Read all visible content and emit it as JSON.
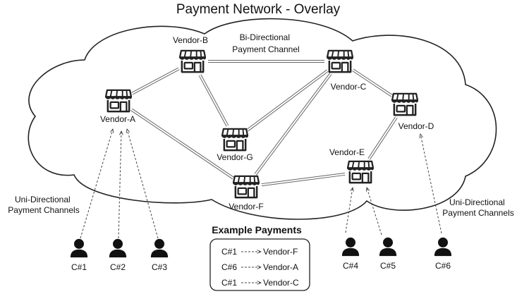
{
  "title": "Payment Network - Overlay",
  "channel_label": [
    "Bi-Directional",
    "Payment Channel"
  ],
  "uni_label_left": [
    "Uni-Directional",
    "Payment Channels"
  ],
  "uni_label_right": [
    "Uni-Directional",
    "Payment Channels"
  ],
  "vendors": [
    {
      "id": "A",
      "label": "Vendor-A"
    },
    {
      "id": "B",
      "label": "Vendor-B"
    },
    {
      "id": "C",
      "label": "Vendor-C"
    },
    {
      "id": "D",
      "label": "Vendor-D"
    },
    {
      "id": "E",
      "label": "Vendor-E"
    },
    {
      "id": "F",
      "label": "Vendor-F"
    },
    {
      "id": "G",
      "label": "Vendor-G"
    }
  ],
  "customers": [
    {
      "id": "1",
      "label": "C#1"
    },
    {
      "id": "2",
      "label": "C#2"
    },
    {
      "id": "3",
      "label": "C#3"
    },
    {
      "id": "4",
      "label": "C#4"
    },
    {
      "id": "5",
      "label": "C#5"
    },
    {
      "id": "6",
      "label": "C#6"
    }
  ],
  "bi_channels": [
    [
      "A",
      "B"
    ],
    [
      "A",
      "F"
    ],
    [
      "B",
      "C"
    ],
    [
      "B",
      "G"
    ],
    [
      "C",
      "G"
    ],
    [
      "C",
      "F"
    ],
    [
      "C",
      "D"
    ],
    [
      "D",
      "E"
    ],
    [
      "E",
      "F"
    ]
  ],
  "uni_channels": [
    [
      "1",
      "A"
    ],
    [
      "2",
      "A"
    ],
    [
      "3",
      "A"
    ],
    [
      "4",
      "E"
    ],
    [
      "5",
      "E"
    ],
    [
      "6",
      "D"
    ]
  ],
  "examples": {
    "title": "Example Payments",
    "rows": [
      {
        "from": "C#1",
        "to": "Vendor-F"
      },
      {
        "from": "C#6",
        "to": "Vendor-A"
      },
      {
        "from": "C#1",
        "to": "Vendor-C"
      }
    ]
  },
  "colors": {
    "stroke": "#222222",
    "line": "#555555"
  },
  "icons": {
    "vendor": "storefront-icon",
    "customer": "user-icon"
  }
}
